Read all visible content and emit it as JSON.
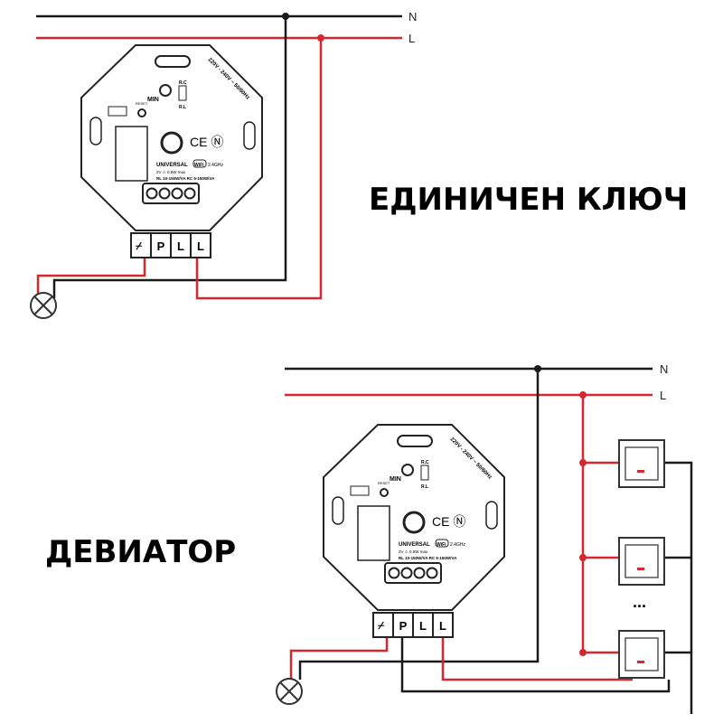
{
  "bus": {
    "neutral": "N",
    "line": "L"
  },
  "titles": {
    "single": "ЕДИНИЧЕН КЛЮЧ",
    "deviator": "ДЕВИАТОР"
  },
  "device": {
    "voltage": "220V - 240V ~ 50/60Hz",
    "min": "MIN",
    "rc": "R.C",
    "rl": "R.L",
    "reset": "RESET",
    "universal": "UNIVERSAL",
    "wifi": "WiFi",
    "freq": "2.4GHz",
    "spec1": "2V ⚠ 0.5W max",
    "spec2": "RL 10-150W/VA RC 5-150W/VA",
    "terminals": [
      "P",
      "L",
      "L"
    ]
  },
  "more_switches": "...",
  "colors": {
    "line": "#d7262e",
    "neutral": "#1a1a1a"
  }
}
